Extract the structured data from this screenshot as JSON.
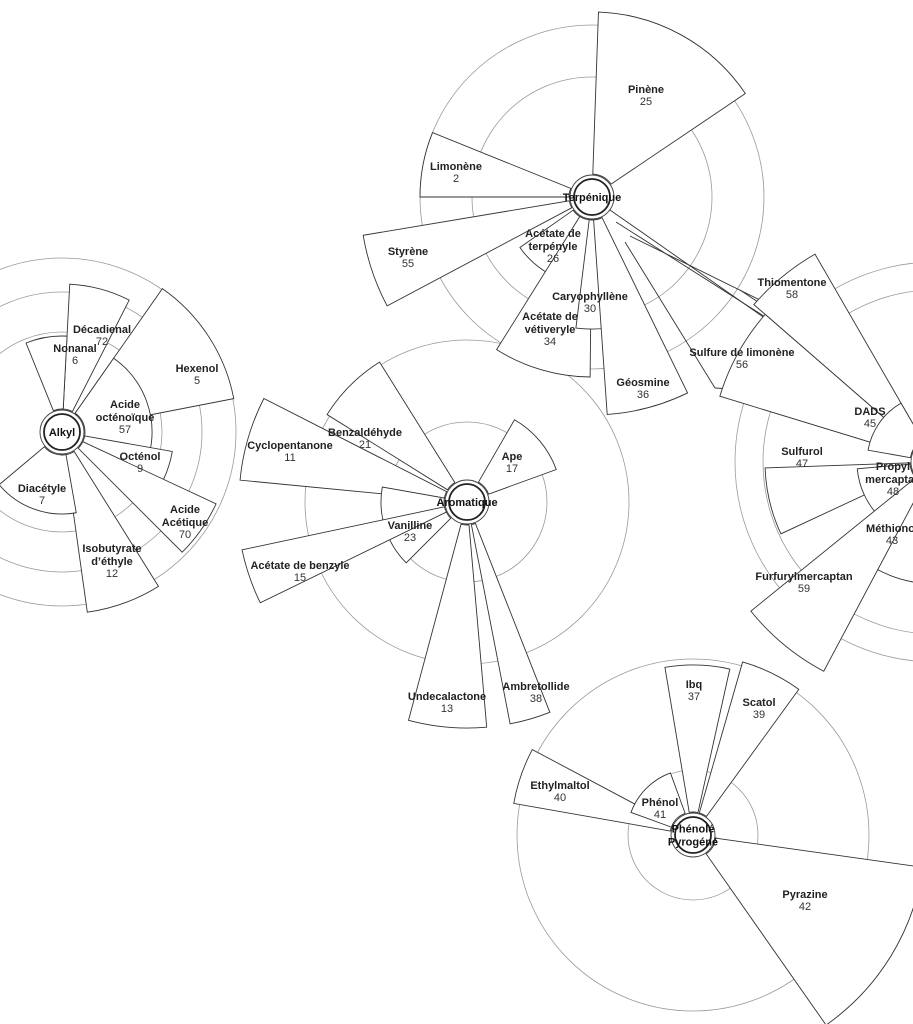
{
  "clusters": [
    {
      "hub": [
        "Terpénique"
      ],
      "items": [
        {
          "name": [
            "Pinène"
          ],
          "value": "25"
        },
        {
          "name": [
            "Limonène"
          ],
          "value": "2"
        },
        {
          "name": [
            "Styrène"
          ],
          "value": "55"
        },
        {
          "name": [
            "Acétate de",
            "terpényle"
          ],
          "value": "26"
        },
        {
          "name": [
            "Acétate de",
            "vétiveryle"
          ],
          "value": "34"
        },
        {
          "name": [
            "Caryophyllène"
          ],
          "value": "30"
        },
        {
          "name": [
            "Géosmine"
          ],
          "value": "36"
        }
      ]
    },
    {
      "hub": [
        ""
      ],
      "items": [
        {
          "name": [
            "Thiomentone"
          ],
          "value": "58"
        },
        {
          "name": [
            "Sulfure de limonène"
          ],
          "value": "56"
        },
        {
          "name": [
            "DADS"
          ],
          "value": "45"
        },
        {
          "name": [
            "Sulfurol"
          ],
          "value": "47"
        },
        {
          "name": [
            "Propyl",
            "mercaptan"
          ],
          "value": "48"
        },
        {
          "name": [
            "Méthionol"
          ],
          "value": "43"
        },
        {
          "name": [
            "Furfurylmercaptan"
          ],
          "value": "59"
        }
      ]
    },
    {
      "hub": [
        "Alkyl"
      ],
      "items": [
        {
          "name": [
            "Décadienal"
          ],
          "value": "72"
        },
        {
          "name": [
            "Nonanal"
          ],
          "value": "6"
        },
        {
          "name": [
            "Hexenol"
          ],
          "value": "5"
        },
        {
          "name": [
            "Acide",
            "octénoïque"
          ],
          "value": "57"
        },
        {
          "name": [
            "Octénol"
          ],
          "value": "9"
        },
        {
          "name": [
            "Acide",
            "Acétique"
          ],
          "value": "70"
        },
        {
          "name": [
            "Isobutyrate",
            "d’éthyle"
          ],
          "value": "12"
        },
        {
          "name": [
            "Diacétyle"
          ],
          "value": "7"
        }
      ]
    },
    {
      "hub": [
        "Aromatique"
      ],
      "items": [
        {
          "name": [
            "Ape"
          ],
          "value": "17"
        },
        {
          "name": [
            "Cyclopentanone"
          ],
          "value": "11"
        },
        {
          "name": [
            "Benzaldéhyde"
          ],
          "value": "21"
        },
        {
          "name": [
            "Vanilline"
          ],
          "value": "23"
        },
        {
          "name": [
            "Acétate de benzyle"
          ],
          "value": "15"
        },
        {
          "name": [
            "Undecalactone"
          ],
          "value": "13"
        },
        {
          "name": [
            "Ambretollide"
          ],
          "value": "38"
        }
      ]
    },
    {
      "hub": [
        "Phénolé",
        "Pyrogéné"
      ],
      "items": [
        {
          "name": [
            "Ibq"
          ],
          "value": "37"
        },
        {
          "name": [
            "Scatol"
          ],
          "value": "39"
        },
        {
          "name": [
            "Ethylmaltol"
          ],
          "value": "40"
        },
        {
          "name": [
            "Phénol"
          ],
          "value": "41"
        },
        {
          "name": [
            "Pyrazine"
          ],
          "value": "42"
        }
      ]
    }
  ]
}
